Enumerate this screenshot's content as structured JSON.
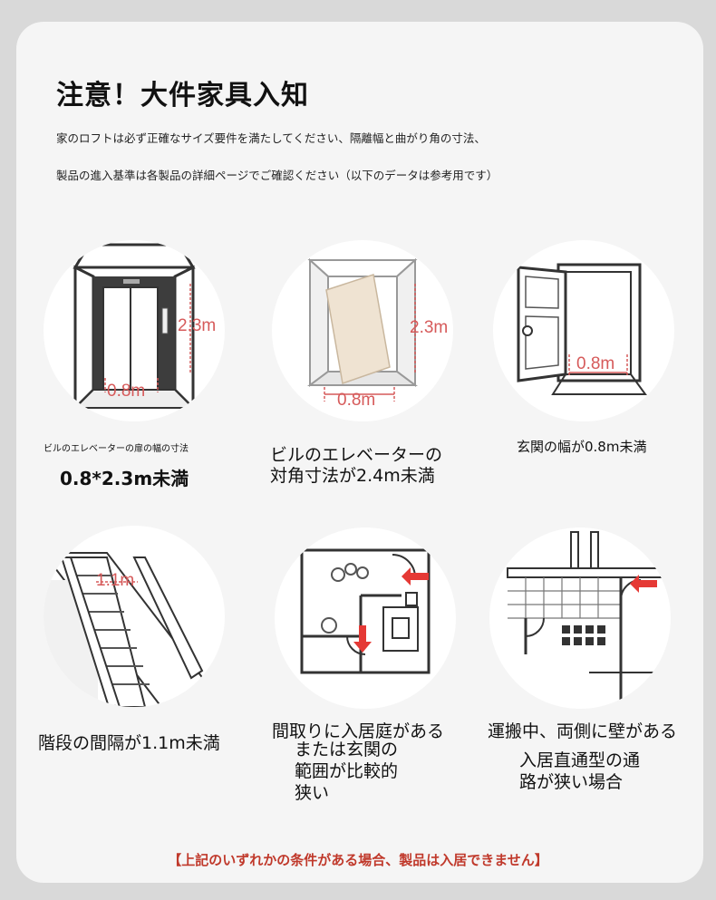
{
  "header": {
    "title": "注意！大件家具入知",
    "note1": "家のロフトは必ず正確なサイズ要件を満たしてください、隔離幅と曲がり角の寸法、",
    "note2": "製品の進入基準は各製品の詳細ページでご確認ください（以下のデータは参考用です）"
  },
  "items": [
    {
      "caption1": "ビルのエレベーターの扉の幅の寸法",
      "caption2": "0.8*2.3m未満",
      "dim_w": "0.8m",
      "dim_h": "2.3m",
      "icon": "elevator-door-icon"
    },
    {
      "caption1": "ビルのエレベーターの",
      "caption2": "対角寸法が2.4m未満",
      "dim_w": "0.8m",
      "dim_h": "2.3m",
      "icon": "elevator-diagonal-icon"
    },
    {
      "caption1": "玄関の幅が0.8m未満",
      "dim_w": "0.8m",
      "icon": "entrance-door-icon"
    },
    {
      "caption1": "階段の間隔が1.1m未満",
      "dim_h": "1.1m",
      "icon": "staircase-icon"
    },
    {
      "caption1": "間取りに入居庭がある",
      "caption2": "または玄関の",
      "caption3": "範囲が比較的",
      "caption4": "狭い",
      "icon": "floor-plan-icon"
    },
    {
      "caption1": "運搬中、両側に壁がある",
      "caption2": "入居直通型の通",
      "caption3": "路が狭い場合",
      "icon": "narrow-corridor-icon"
    }
  ],
  "footer": {
    "text": "【上記のいずれかの条件がある場合、製品は入居できません】"
  },
  "colors": {
    "accent": "#d65a5a",
    "footer": "#c0392b",
    "arrow": "#e53935"
  }
}
